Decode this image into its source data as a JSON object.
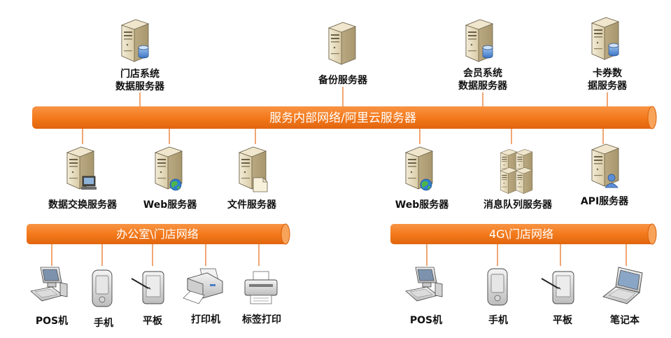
{
  "colors": {
    "bus_orange": "#f47a1c",
    "bus_orange_dark": "#d9600b",
    "connector": "#e8762a",
    "server_tan": "#e9dfc4",
    "server_shade": "#bfb08a",
    "label_text": "#111111"
  },
  "buses": {
    "backbone": {
      "label": "服务内部网络/阿里云服务器"
    },
    "office": {
      "label": "办公室\\门店网络"
    },
    "mobile": {
      "label": "4G\\门店网络"
    }
  },
  "top_servers": [
    {
      "id": "store-db",
      "label_lines": [
        "门店系统",
        "数据服务器"
      ],
      "icon": "server-db-icon"
    },
    {
      "id": "backup",
      "label_lines": [
        "备份服务器"
      ],
      "icon": "server-icon"
    },
    {
      "id": "member-db",
      "label_lines": [
        "会员系统",
        "数据服务器"
      ],
      "icon": "server-db-icon"
    },
    {
      "id": "voucher-db",
      "label_lines": [
        "卡券数",
        "据服务器"
      ],
      "icon": "server-db-icon"
    }
  ],
  "middle_servers": [
    {
      "id": "data-exchange",
      "label": "数据交换服务器",
      "icon": "server-terminal-icon"
    },
    {
      "id": "web-left",
      "label": "Web服务器",
      "icon": "server-globe-icon"
    },
    {
      "id": "file",
      "label": "文件服务器",
      "icon": "server-file-icon"
    },
    {
      "id": "web-right",
      "label": "Web服务器",
      "icon": "server-globe-icon"
    },
    {
      "id": "mq",
      "label": "消息队列服务器",
      "icon": "server-cluster-icon"
    },
    {
      "id": "api",
      "label": "API服务器",
      "icon": "server-user-icon"
    }
  ],
  "office_devices": [
    {
      "id": "pos-office",
      "label": "POS机",
      "icon": "pos-terminal-icon"
    },
    {
      "id": "phone-office",
      "label": "手机",
      "icon": "mobile-phone-icon"
    },
    {
      "id": "tablet-office",
      "label": "平板",
      "icon": "tablet-icon"
    },
    {
      "id": "printer",
      "label": "打印机",
      "icon": "printer-icon"
    },
    {
      "id": "label-printer",
      "label": "标签打印",
      "icon": "label-printer-icon"
    }
  ],
  "mobile_devices": [
    {
      "id": "pos-4g",
      "label": "POS机",
      "icon": "pos-terminal-icon"
    },
    {
      "id": "phone-4g",
      "label": "手机",
      "icon": "mobile-phone-icon"
    },
    {
      "id": "tablet-4g",
      "label": "平板",
      "icon": "tablet-icon"
    },
    {
      "id": "laptop",
      "label": "笔记本",
      "icon": "laptop-icon"
    }
  ]
}
